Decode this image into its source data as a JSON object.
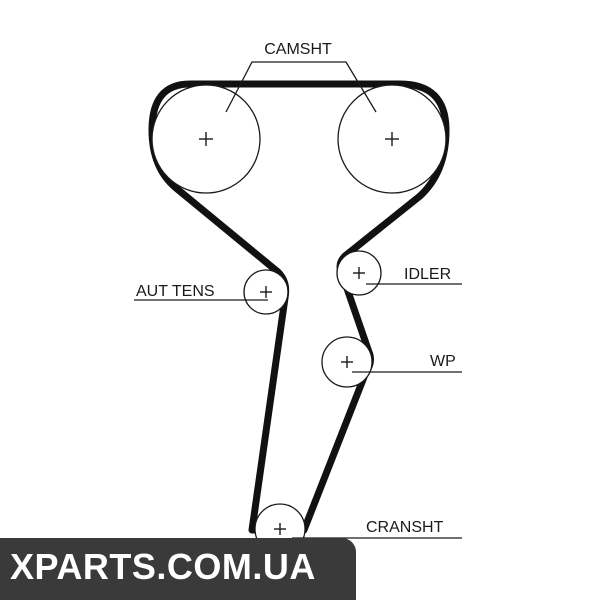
{
  "labels": {
    "camshaft": "CAMSHT",
    "auto_tensioner": "AUT TENS",
    "idler": "IDLER",
    "water_pump": "WP",
    "crankshaft": "CRANSHT"
  },
  "watermark": {
    "text": "XPARTS.COM.UA"
  },
  "colors": {
    "line": "#111111",
    "watermark_bg": "#3a3a3a",
    "watermark_text": "#ffffff"
  }
}
